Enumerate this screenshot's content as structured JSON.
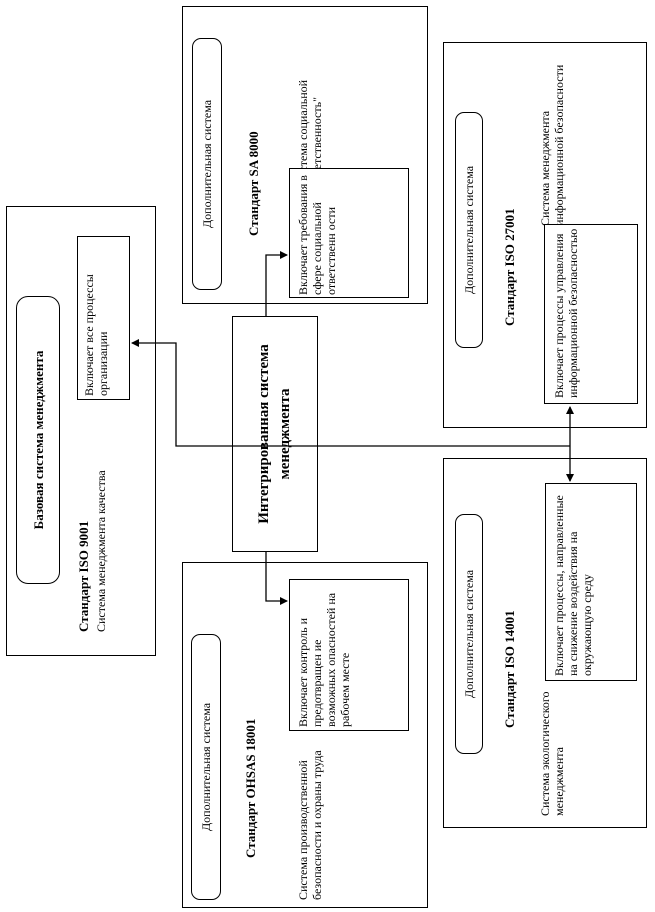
{
  "base": {
    "label": "Базовая система менеджмента",
    "standard": "Стандарт ISO 9001",
    "subtitle": "Система менеджмента качества",
    "includes": "Включает все процессы организации"
  },
  "center": {
    "title": "Интегрированная система менеджмента"
  },
  "sa8000": {
    "label": "Дополнительная система",
    "standard": "Стандарт SA 8000",
    "subtitle": "Система социальной ответственность\"",
    "includes": "Включает требования в сфере социальной ответственн ости"
  },
  "ohsas": {
    "label": "Дополнительная система",
    "standard": "Стандарт OHSAS 18001",
    "subtitle": "Система производственной безопасности и охраны труда",
    "includes": "Включает контроль и предотвращен ие возможных опасностей на рабочем месте"
  },
  "iso27001": {
    "label": "Дополнительная система",
    "standard": "Стандарт ISO 27001",
    "subtitle": "Система менеджмента информационной безопасности",
    "includes": "Включает процессы управления информационной безопасностью"
  },
  "iso14001": {
    "label": "Дополнительная система",
    "standard": "Стандарт ISO 14001",
    "subtitle": "Система экологического менеджмента",
    "includes": "Включает процессы, направленные на снижение воздействия на окружающую среду"
  }
}
